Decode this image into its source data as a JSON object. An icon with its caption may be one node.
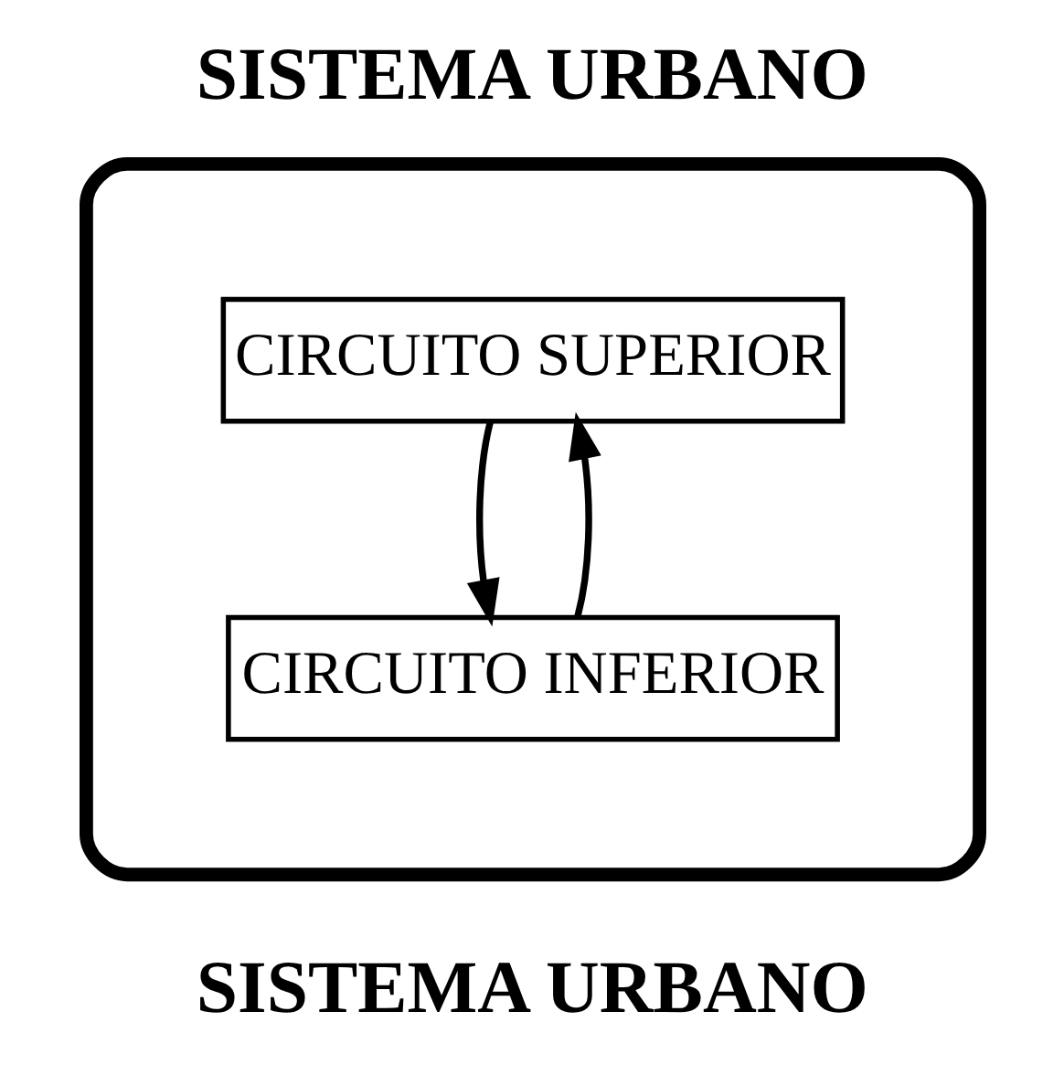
{
  "diagram": {
    "title": "SISTEMA URBANO",
    "caption": "SISTEMA URBANO",
    "nodes": [
      {
        "text": [],
        "shape": "ellipse"
      },
      {
        "text": [
          "CIRCUITO SUPERIOR"
        ],
        "in": 0
      },
      {
        "text": [
          "CIRCUITO INFERIOR"
        ],
        "in": 0
      }
    ],
    "edges": [
      {
        "from": 1,
        "to": 2,
        "arrow": "to"
      },
      {
        "from": 2,
        "to": 1,
        "arrow": "to"
      }
    ]
  }
}
